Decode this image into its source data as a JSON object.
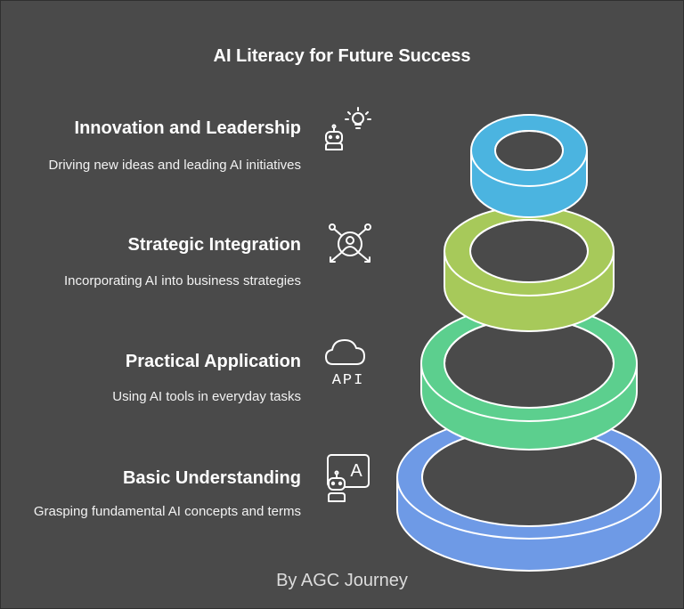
{
  "title": "AI Literacy for Future Success",
  "levels": [
    {
      "heading": "Innovation and Leadership",
      "description": "Driving new ideas and leading AI initiatives",
      "icon": "robot-lightbulb-icon",
      "color": "#4bb4e0"
    },
    {
      "heading": "Strategic Integration",
      "description": "Incorporating AI into business strategies",
      "icon": "network-person-icon",
      "color": "#a7c95a"
    },
    {
      "heading": "Practical Application",
      "description": "Using AI tools in everyday tasks",
      "icon": "cloud-api-icon",
      "icon_text": "API",
      "color": "#5ccf8e"
    },
    {
      "heading": "Basic Understanding",
      "description": "Grasping fundamental AI concepts and terms",
      "icon": "robot-screen-icon",
      "icon_text": "A",
      "color": "#6e9ae6"
    }
  ],
  "footer": "By AGC Journey"
}
